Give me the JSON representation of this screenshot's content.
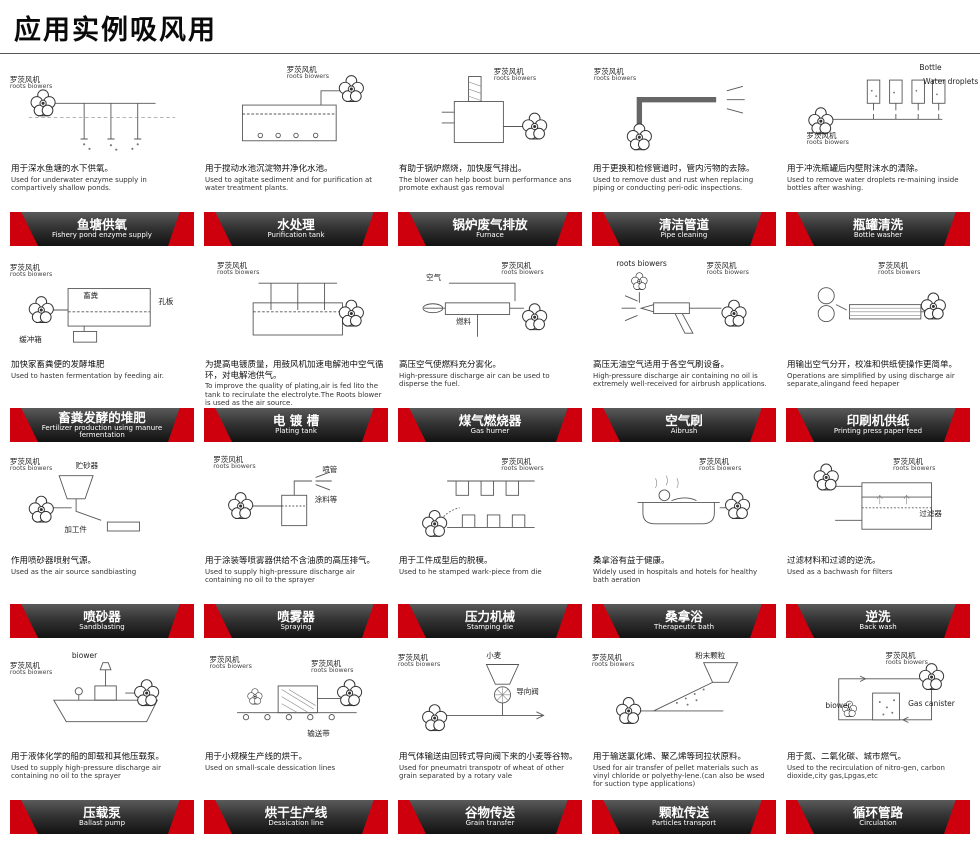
{
  "title": "应用实例吸风用",
  "brand": {
    "red": "#cf000e",
    "dark": "#2b2b2b"
  },
  "cells": [
    {
      "banner_cn": "鱼塘供氧",
      "banner_en": "Fishery pond enzyme supply",
      "desc_cn": "用于深水鱼塘的水下供氧。",
      "desc_en": "Used for underwater enzyme supply in compartively shallow ponds.",
      "diagram_labels": [
        {
          "text": "罗茨风机",
          "sub": "roots biowers"
        }
      ]
    },
    {
      "banner_cn": "水处理",
      "banner_en": "Purification tank",
      "desc_cn": "用于搅动水池沉淀物并净化水池。",
      "desc_en": "Used to agitate sediment and for purification at water treatment plants.",
      "diagram_labels": [
        {
          "text": "罗茨风机",
          "sub": "roots biowers"
        }
      ]
    },
    {
      "banner_cn": "锅炉废气排放",
      "banner_en": "Furnace",
      "desc_cn": "有助于锅炉燃烧，加快废气排出。",
      "desc_en": "The blower can help boost burn performance ans promote exhaust gas removal",
      "diagram_labels": [
        {
          "text": "罗茨风机",
          "sub": "roots biowers"
        }
      ]
    },
    {
      "banner_cn": "清洁管道",
      "banner_en": "Pipe cleaning",
      "desc_cn": "用于更换和检修管道时，管内污物的去除。",
      "desc_en": "Used to remove dust and rust when replacing piping or conducting peri-odic inspections.",
      "diagram_labels": [
        {
          "text": "罗茨风机",
          "sub": "roots biowers"
        }
      ]
    },
    {
      "banner_cn": "瓶罐清洗",
      "banner_en": "Bottle washer",
      "desc_cn": "用于冲洗瓶罐后内壁附沫水的清除。",
      "desc_en": "Used to remove water droplets re-maining inside bottles after washing.",
      "diagram_labels": [
        {
          "text": "Bottle"
        },
        {
          "text": "Water droplets"
        },
        {
          "text": "罗茨风机",
          "sub": "roots biowers"
        }
      ]
    },
    {
      "banner_cn": "畜粪发酵的堆肥",
      "banner_en": "Fertilizer production using manure fermentation",
      "desc_cn": "加快家畜粪便的发酵堆肥",
      "desc_en": "Used to hasten fermentation by feeding air.",
      "diagram_labels": [
        {
          "text": "罗茨风机",
          "sub": "roots biowers"
        },
        {
          "text": "畜粪"
        },
        {
          "text": "孔板"
        },
        {
          "text": "缓冲箱"
        }
      ]
    },
    {
      "banner_cn": "电 镀 槽",
      "banner_en": "Plating tank",
      "desc_cn": "为提高电镀质量，用鼓风机加速电解池中空气循环，对电解池供气。",
      "desc_en": "To improve the quality of plating,air is fed lito the tank to recirulate the electrolyte.The Roots blower is used as the air source.",
      "diagram_labels": [
        {
          "text": "罗茨风机",
          "sub": "roots biowers"
        }
      ]
    },
    {
      "banner_cn": "煤气燃烧器",
      "banner_en": "Gas hurner",
      "desc_cn": "高压空气使燃料充分雾化。",
      "desc_en": "High-pressure discharge air can be used to disperse the fuel.",
      "diagram_labels": [
        {
          "text": "空气"
        },
        {
          "text": "罗茨风机",
          "sub": "roots biowers"
        },
        {
          "text": "燃料"
        }
      ]
    },
    {
      "banner_cn": "空气刷",
      "banner_en": "Aibrush",
      "desc_cn": "高压无油空气适用于各空气刷设备。",
      "desc_en": "High-pressure discharge air containing no oil is extremely well-received for airbrush applications.",
      "diagram_labels": [
        {
          "text": "roots biowers"
        },
        {
          "text": "罗茨风机",
          "sub": "roots biowers"
        }
      ]
    },
    {
      "banner_cn": "印刷机供纸",
      "banner_en": "Printing press paper feed",
      "desc_cn": "用输出空气分开，校准和供纸使操作更简单。",
      "desc_en": "Operations are simplified by using discharge air separate,alingand feed hepaper",
      "diagram_labels": [
        {
          "text": "罗茨风机",
          "sub": "roots biowers"
        }
      ]
    },
    {
      "banner_cn": "喷砂器",
      "banner_en": "Sandblasting",
      "desc_cn": "作用喷砂器喷射气源。",
      "desc_en": "Used as the air source sandbiasting",
      "diagram_labels": [
        {
          "text": "罗茨风机",
          "sub": "roots biowers"
        },
        {
          "text": "贮砂器"
        },
        {
          "text": "加工件"
        }
      ]
    },
    {
      "banner_cn": "喷雾器",
      "banner_en": "Spraying",
      "desc_cn": "用于涂装等喷雾器供给不含油质的高压排气。",
      "desc_en": "Used to supply high-pressure discharge air containing no oil to the sprayer",
      "diagram_labels": [
        {
          "text": "罗茨风机",
          "sub": "roots biowers"
        },
        {
          "text": "喷管"
        },
        {
          "text": "涂料等"
        }
      ]
    },
    {
      "banner_cn": "压力机械",
      "banner_en": "Stamping die",
      "desc_cn": "用于工件成型后的脱模。",
      "desc_en": "Used to he stamped wark-piece from die",
      "diagram_labels": [
        {
          "text": "罗茨风机",
          "sub": "roots biowers"
        }
      ]
    },
    {
      "banner_cn": "桑拿浴",
      "banner_en": "Therapeutic bath",
      "desc_cn": "桑拿浴有益于健康。",
      "desc_en": "Widely used in hospitals and hotels for healthy bath aeration",
      "diagram_labels": [
        {
          "text": "罗茨风机",
          "sub": "roots biowers"
        }
      ]
    },
    {
      "banner_cn": "逆洗",
      "banner_en": "Back wash",
      "desc_cn": "过滤材料和过滤的逆洗。",
      "desc_en": "Used as a bachwash for filters",
      "diagram_labels": [
        {
          "text": "罗茨风机",
          "sub": "roots biowers"
        },
        {
          "text": "过滤器"
        }
      ]
    },
    {
      "banner_cn": "压载泵",
      "banner_en": "Ballast pump",
      "desc_cn": "用于液体化学的船的卸载和其他压载泵。",
      "desc_en": "Used to supply high-pressure discharge air containing no oil to the sprayer",
      "diagram_labels": [
        {
          "text": "biower"
        },
        {
          "text": "罗茨风机",
          "sub": "roots biowers"
        }
      ]
    },
    {
      "banner_cn": "烘干生产线",
      "banner_en": "Dessication line",
      "desc_cn": "用于小规模生产线的烘干。",
      "desc_en": "Used on small-scale dessication lines",
      "diagram_labels": [
        {
          "text": "罗茨风机",
          "sub": "roots biowers"
        },
        {
          "text": "罗茨风机",
          "sub": "roots biowers"
        },
        {
          "text": "输送带"
        }
      ]
    },
    {
      "banner_cn": "谷物传送",
      "banner_en": "Grain transfer",
      "desc_cn": "用气体输送由回转式导向阀下来的小麦等谷物。",
      "desc_en": "Used for pneumatri transpotr of wheat of other grain separated by a rotary vale",
      "diagram_labels": [
        {
          "text": "罗茨风机",
          "sub": "roots biowers"
        },
        {
          "text": "小麦"
        },
        {
          "text": "导向阀"
        }
      ]
    },
    {
      "banner_cn": "颗粒传送",
      "banner_en": "Particles transport",
      "desc_cn": "用于输送氯化烯、聚乙烯等珂拉状原料。",
      "desc_en": "Used for air transfer of pellet materials such as vinyl chloride or polyethy-lene.(can also be wsed for suction type applications)",
      "diagram_labels": [
        {
          "text": "罗茨风机",
          "sub": "roots biowers"
        },
        {
          "text": "粉末颗粒"
        }
      ]
    },
    {
      "banner_cn": "循环管路",
      "banner_en": "Circulation",
      "desc_cn": "用于氮、二氧化碳、城市燃气。",
      "desc_en": "Used to the recirculation of nitro-gen, carbon dioxide,city gas,Lpgas,etc",
      "diagram_labels": [
        {
          "text": "罗茨风机",
          "sub": "roots biowers"
        },
        {
          "text": "biower"
        },
        {
          "text": "Gas canister"
        }
      ]
    }
  ]
}
